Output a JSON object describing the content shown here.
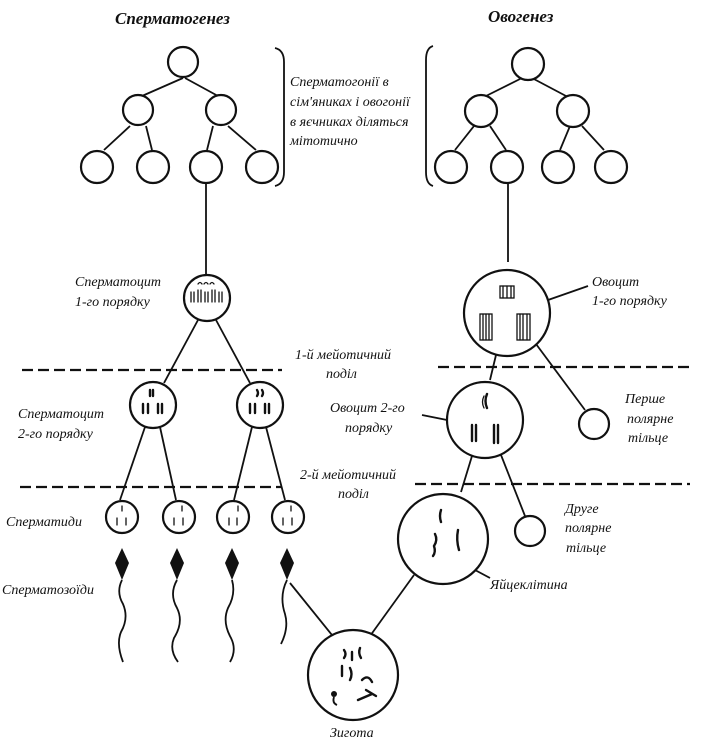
{
  "titles": {
    "left": "Сперматогенез",
    "right": "Овогенез"
  },
  "labels": {
    "spermatogonia": [
      "Сперматогонії в",
      "сім'яниках і овогонії",
      "в яєчниках діляться",
      "мітотично"
    ],
    "spermatocyte1": [
      "Сперматоцит",
      "1-го порядку"
    ],
    "oocyte1": [
      "Овоцит",
      "1-го порядку"
    ],
    "meiosis1": [
      "1-й мейотичний",
      "поділ"
    ],
    "spermatocyte2": [
      "Сперматоцит",
      "2-го порядку"
    ],
    "oocyte2": [
      "Овоцит 2-го",
      "порядку"
    ],
    "polar1": [
      "Перше",
      "полярне",
      "тільце"
    ],
    "meiosis2": [
      "2-й мейотичний",
      "поділ"
    ],
    "spermatids": "Сперматиди",
    "polar2": [
      "Друге",
      "полярне",
      "тільце"
    ],
    "sperm": "Сперматозоїди",
    "egg": "Яйцеклітина",
    "zygote": "Зигота"
  }
}
